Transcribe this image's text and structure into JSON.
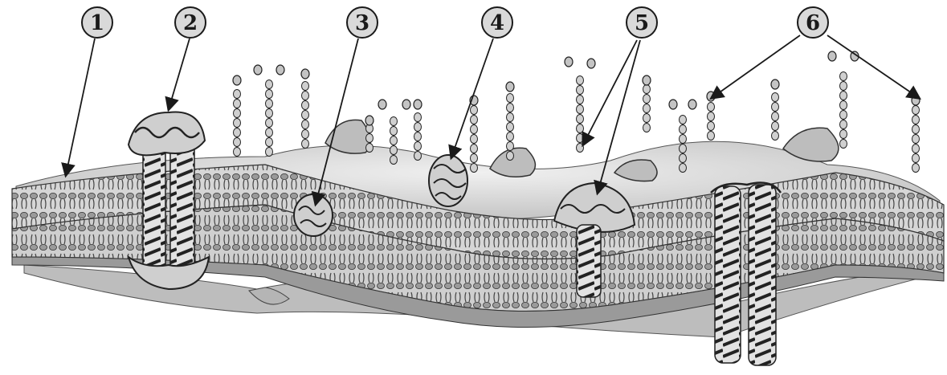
{
  "diagram": {
    "labels": [
      {
        "id": "label-1",
        "text": "1"
      },
      {
        "id": "label-2",
        "text": "2"
      },
      {
        "id": "label-3",
        "text": "3"
      },
      {
        "id": "label-4",
        "text": "4"
      },
      {
        "id": "label-5",
        "text": "5"
      },
      {
        "id": "label-6",
        "text": "6"
      }
    ],
    "colors": {
      "ink": "#1a1a1a",
      "label_fill": "#d9d9d9",
      "surface": "#cfcfcf",
      "membrane_dark": "#6e6e6e",
      "membrane_light": "#e6e6e6"
    }
  }
}
